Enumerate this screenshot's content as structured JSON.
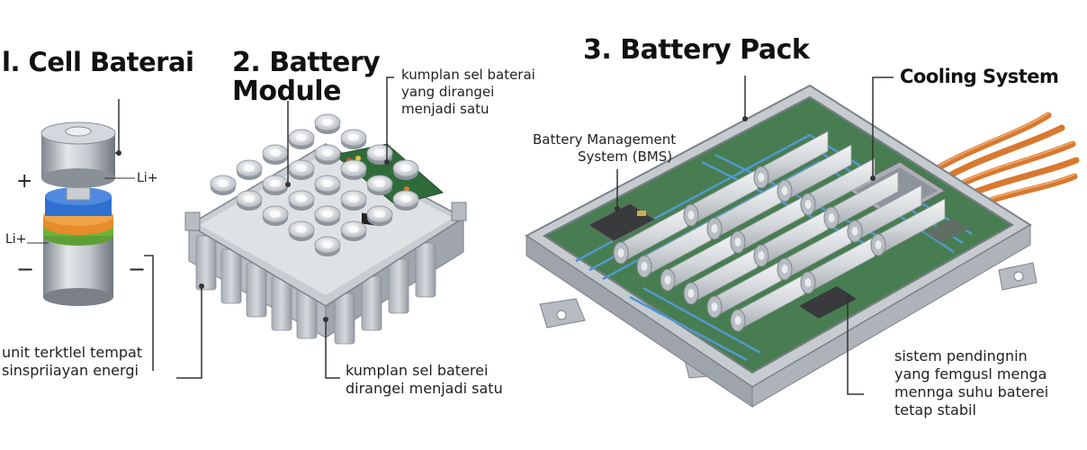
{
  "titles": {
    "cell": "l. Cell Baterai",
    "module_line1": "2. Battery",
    "module_line2": "Module",
    "pack": "3. Battery Pack"
  },
  "labels": {
    "li_plus_top": "Li+",
    "li_plus_bottom": "Li+",
    "plus_sign": "+",
    "minus_left": "−",
    "minus_right": "−",
    "cooling_system": "Cooling System",
    "bms_line1": "Battery Management",
    "bms_line2": "System (BMS)"
  },
  "notes": {
    "cell": [
      "unit terktlel tempat",
      "sinspriiayan energi"
    ],
    "module_top": [
      "kumplan sel baterai",
      "yang dirangei",
      "menjadi satu"
    ],
    "module_bottom": [
      "kumplan sel baterei",
      "dirangei menjadi satu"
    ],
    "cooling": [
      "sistem pendingnin",
      "yang femgusl  menga",
      "mennga suhu baterei",
      "tetap stabil"
    ]
  },
  "colors": {
    "aluminum": "#b9bec4",
    "aluminum_dark": "#8d939b",
    "pcb_green": "#2f6b3a",
    "cooling_blue": "#3d8fd6",
    "copper": "#d9782f",
    "cell_blue": "#2f6fd0",
    "cell_green": "#6cb33a",
    "cell_orange": "#e88b2a"
  }
}
